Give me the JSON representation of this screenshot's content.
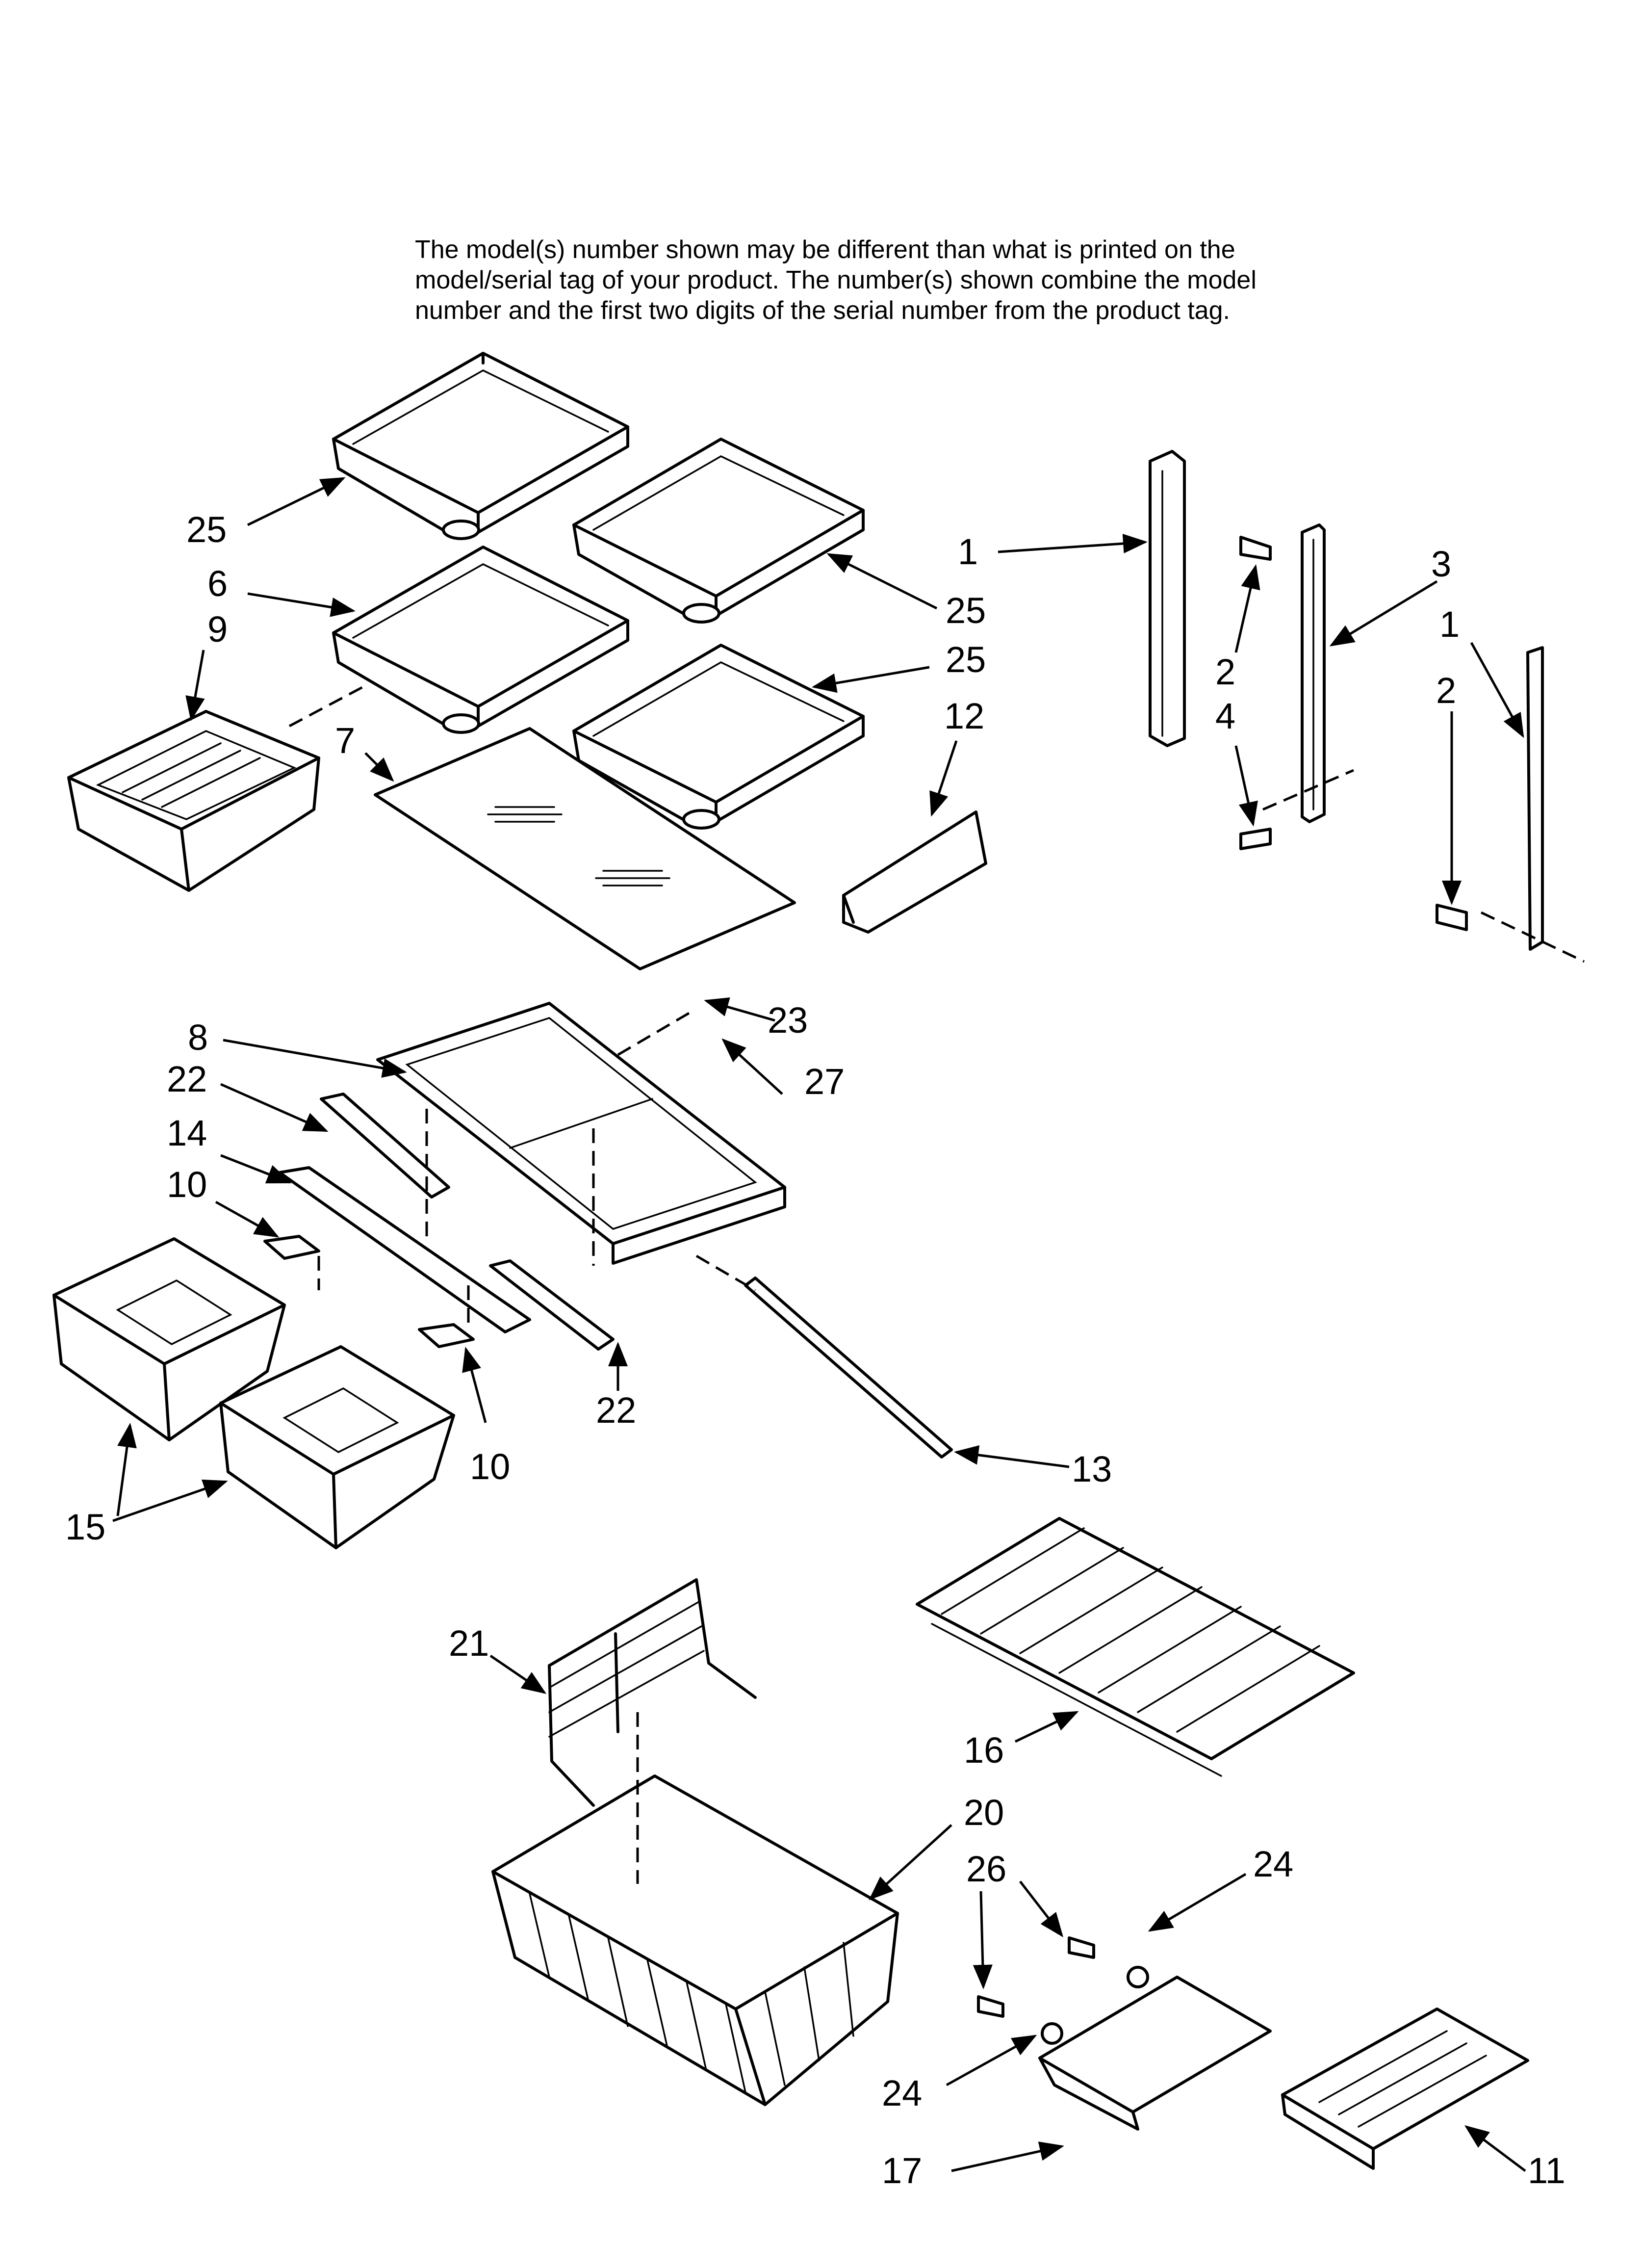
{
  "note": {
    "lines": [
      "The model(s) number shown may be different than what is printed on the",
      "model/serial tag of your product. The number(s) shown combine the model",
      "number and the first two digits of the serial number from the product tag."
    ]
  },
  "callouts": [
    "25",
    "6",
    "9",
    "7",
    "25",
    "25",
    "12",
    "1",
    "2",
    "4",
    "3",
    "1",
    "2",
    "8",
    "23",
    "27",
    "22",
    "14",
    "10",
    "15",
    "10",
    "22",
    "13",
    "21",
    "16",
    "20",
    "26",
    "24",
    "24",
    "17",
    "11"
  ],
  "parts": [
    "shelf",
    "shelf",
    "shelf",
    "shelf",
    "crisper-drawer",
    "glass-shelf-insert",
    "trim-piece",
    "rail",
    "rail",
    "rail",
    "screw",
    "screw",
    "screw",
    "crisper-cover-frame",
    "bushing",
    "screw",
    "cover-support",
    "cover-support",
    "center-support",
    "drawer-slide",
    "drawer-slide",
    "crisper-drawer",
    "crisper-drawer",
    "rod",
    "wire-divider",
    "wire-shelf",
    "wire-basket",
    "ice-bin-support",
    "screw",
    "screw",
    "bushing",
    "bushing",
    "ice-tray"
  ]
}
